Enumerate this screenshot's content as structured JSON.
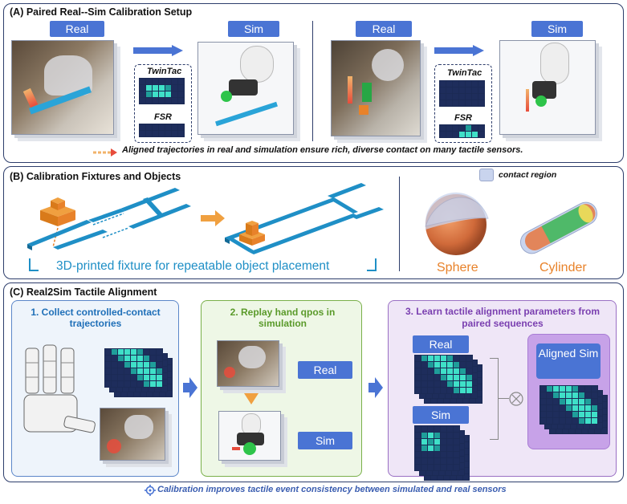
{
  "panel_a": {
    "title": "(A) Paired Real--Sim Calibration Setup",
    "real_label": "Real",
    "sim_label": "Sim",
    "twintac_label": "TwinTac",
    "fsr_label": "FSR",
    "caption": "Aligned trajectories in real and simulation ensure rich, diverse contact on many tactile sensors."
  },
  "panel_b": {
    "title": "(B) Calibration Fixtures and Objects",
    "fixture_caption": "3D-printed fixture for repeatable object placement",
    "legend_label": "contact region",
    "sphere_label": "Sphere",
    "cylinder_label": "Cylinder"
  },
  "panel_c": {
    "title": "(C) Real2Sim Tactile Alignment",
    "step1_title": "1. Collect controlled-contact trajectories",
    "step2_title": "2. Replay hand qpos in simulation",
    "step3_title": "3. Learn tactile alignment parameters from paired sequences",
    "real_label": "Real",
    "sim_label": "Sim",
    "aligned_label": "Aligned Sim"
  },
  "footer": {
    "text": "Calibration improves tactile event consistency between simulated and real sensors"
  },
  "colors": {
    "tag_blue": "#4a74d4",
    "frame_navy": "#2d3d6b",
    "teal_active": "#2ec4b6",
    "grid_dark": "#1e2d5c",
    "fixture_blue": "#1f8fc6",
    "orange": "#e8822a",
    "green_panel": "#eef7e6",
    "purple_panel": "#efe6f7"
  }
}
